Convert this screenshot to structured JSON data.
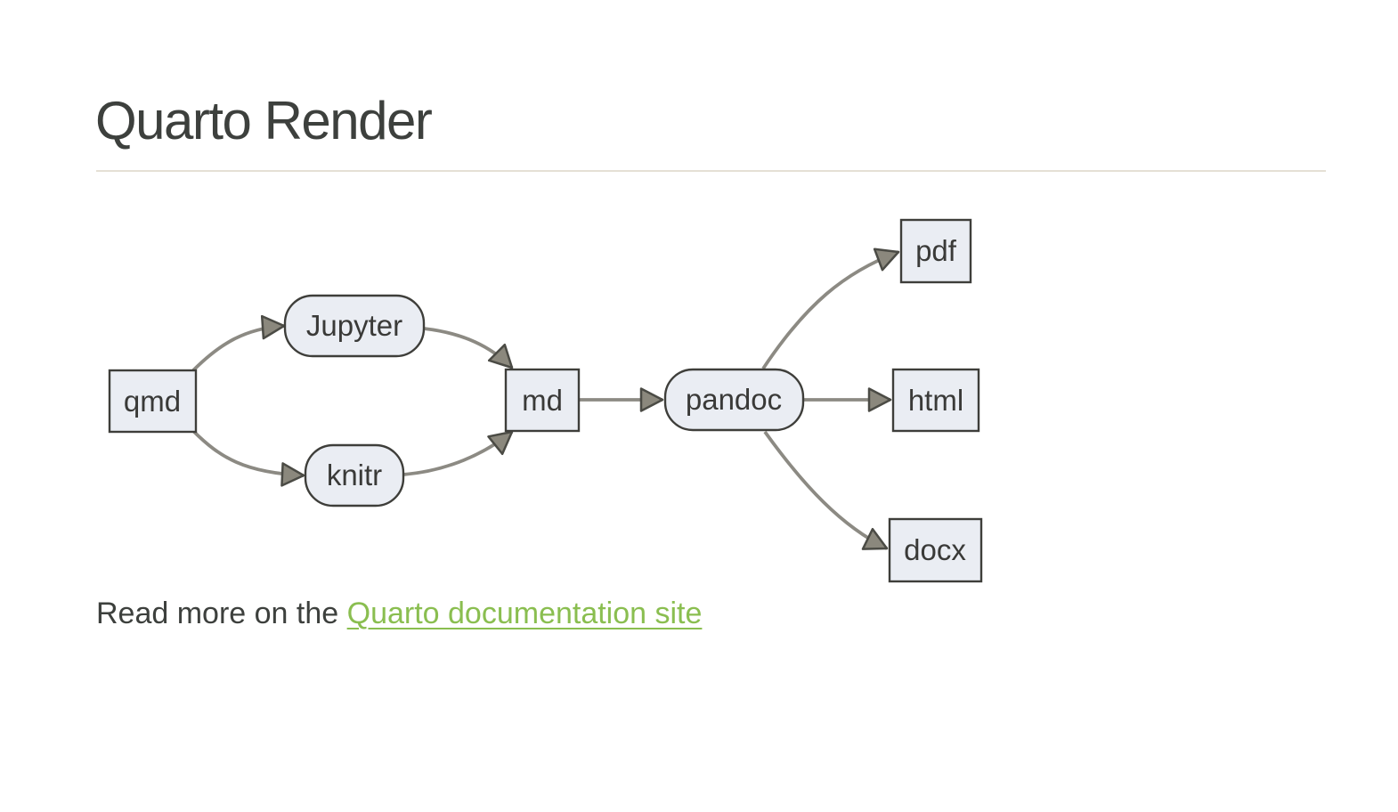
{
  "page": {
    "title": "Quarto Render",
    "body_text": {
      "prefix": "Read more on the ",
      "link_text": "Quarto documentation site"
    }
  },
  "diagram": {
    "type": "flowchart",
    "direction": "left-to-right",
    "nodes": [
      {
        "id": "qmd",
        "label": "qmd",
        "shape": "rect"
      },
      {
        "id": "jupyter",
        "label": "Jupyter",
        "shape": "stadium"
      },
      {
        "id": "knitr",
        "label": "knitr",
        "shape": "stadium"
      },
      {
        "id": "md",
        "label": "md",
        "shape": "rect"
      },
      {
        "id": "pandoc",
        "label": "pandoc",
        "shape": "stadium"
      },
      {
        "id": "pdf",
        "label": "pdf",
        "shape": "rect"
      },
      {
        "id": "html",
        "label": "html",
        "shape": "rect"
      },
      {
        "id": "docx",
        "label": "docx",
        "shape": "rect"
      }
    ],
    "edges": [
      {
        "from": "qmd",
        "to": "jupyter"
      },
      {
        "from": "jupyter",
        "to": "md"
      },
      {
        "from": "qmd",
        "to": "knitr"
      },
      {
        "from": "knitr",
        "to": "md"
      },
      {
        "from": "md",
        "to": "pandoc"
      },
      {
        "from": "pandoc",
        "to": "pdf"
      },
      {
        "from": "pandoc",
        "to": "html"
      },
      {
        "from": "pandoc",
        "to": "docx"
      }
    ]
  },
  "colors": {
    "background": "#ffffff",
    "heading_text": "#3d403d",
    "body_text": "#3d403d",
    "link": "#8abe50",
    "divider": "#e5e0d5",
    "node_fill": "#eaedf3",
    "node_border": "#3e3e3a",
    "node_text": "#3a3a38",
    "edge": "#8c8a83",
    "arrowhead_fill": "#8b887d",
    "arrowhead_border": "#4b4b45"
  }
}
